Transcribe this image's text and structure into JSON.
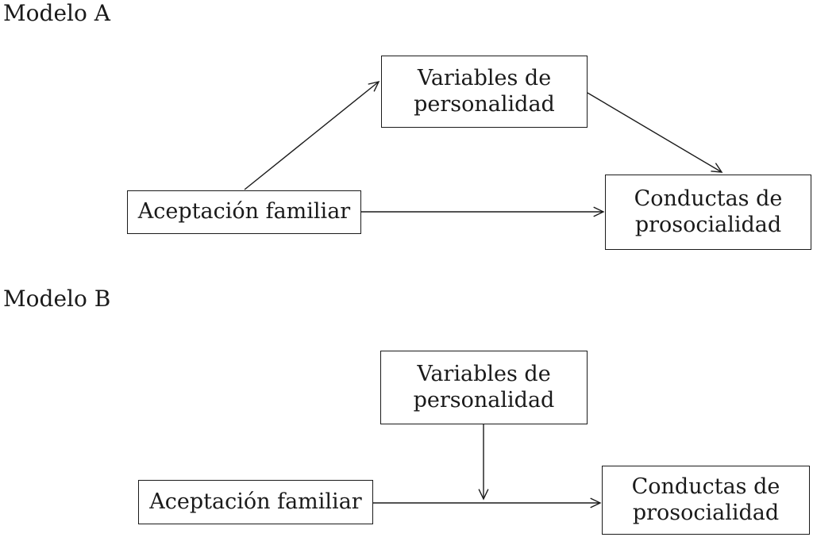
{
  "diagram": {
    "colors": {
      "line": "#1a1a1a",
      "text": "#1a1a1a",
      "background": "#ffffff"
    },
    "model_a": {
      "title": "Modelo A",
      "nodes": {
        "mediator": "Variables de personalidad",
        "predictor": "Aceptación familiar",
        "outcome": "Conductas de prosocialidad"
      },
      "edges": [
        {
          "from": "Aceptación familiar",
          "to": "Variables de personalidad"
        },
        {
          "from": "Variables de personalidad",
          "to": "Conductas de prosocialidad"
        },
        {
          "from": "Aceptación familiar",
          "to": "Conductas de prosocialidad"
        }
      ]
    },
    "model_b": {
      "title": "Modelo B",
      "nodes": {
        "mediator": "Variables de personalidad",
        "predictor": "Aceptación familiar",
        "outcome": "Conductas de prosocialidad"
      },
      "edges": [
        {
          "from": "Variables de personalidad",
          "to": "Aceptación familiar → Conductas de prosocialidad (path)"
        },
        {
          "from": "Aceptación familiar",
          "to": "Conductas de prosocialidad"
        }
      ]
    }
  }
}
